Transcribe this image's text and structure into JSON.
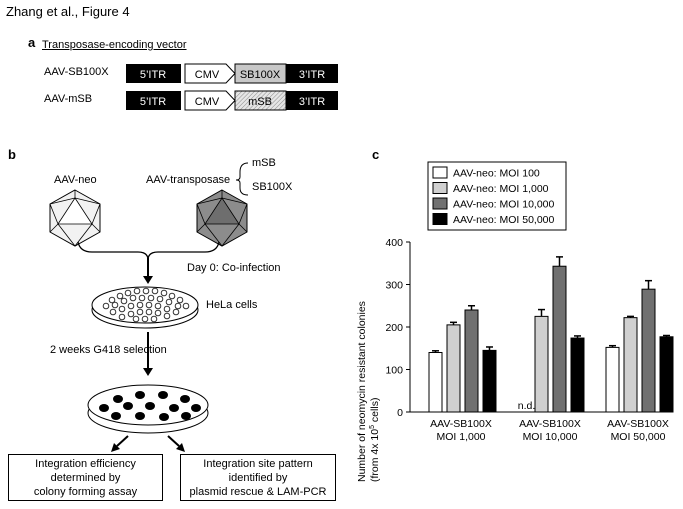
{
  "figure_title": "Zhang et al., Figure 4",
  "panel_a": {
    "label": "a",
    "heading": "Transposase-encoding vector",
    "constructs": [
      {
        "name": "AAV-SB100X",
        "segments": [
          "5’ITR",
          "CMV",
          "SB100X",
          "3’ITR"
        ]
      },
      {
        "name": "AAV-mSB",
        "segments": [
          "5’ITR",
          "CMV",
          "mSB",
          "3’ITR"
        ]
      }
    ]
  },
  "panel_b": {
    "label": "b",
    "aav_neo": "AAV-neo",
    "aav_transposase": "AAV-transposase",
    "transposase_options": [
      "mSB",
      "SB100X"
    ],
    "day0": "Day 0: Co-infection",
    "cells": "HeLa cells",
    "selection": "2 weeks  G418 selection",
    "outcome_left": [
      "Integration efficiency",
      "determined by",
      "colony forming assay"
    ],
    "outcome_right": [
      "Integration site pattern",
      "identified by",
      "plasmid rescue & LAM-PCR"
    ]
  },
  "panel_c": {
    "label": "c",
    "nd_label": "n.d."
  },
  "chart_data": {
    "type": "bar",
    "title": "",
    "ylabel": "Number of neomycin resistant colonies (from 4x 10^5 cells)",
    "ylabel_line1": "Number of neomycin resistant colonies",
    "ylabel_line2_pre": "(from 4x 10",
    "ylabel_sup": "5",
    "ylabel_line2_post": " cells)",
    "xlabel": "",
    "ylim": [
      0,
      400
    ],
    "yticks": [
      0,
      100,
      200,
      300,
      400
    ],
    "categories": [
      [
        "AAV-SB100X",
        "MOI 1,000"
      ],
      [
        "AAV-SB100X",
        "MOI 10,000"
      ],
      [
        "AAV-SB100X",
        "MOI 50,000"
      ]
    ],
    "series": [
      {
        "name": "AAV-neo: MOI 100",
        "values": [
          140,
          null,
          152
        ],
        "errors": [
          4,
          null,
          4
        ],
        "color": "#ffffff"
      },
      {
        "name": "AAV-neo: MOI 1,000",
        "values": [
          205,
          225,
          222
        ],
        "errors": [
          6,
          16,
          3
        ],
        "color": "#d0d0d0"
      },
      {
        "name": "AAV-neo: MOI 10,000",
        "values": [
          240,
          343,
          289
        ],
        "errors": [
          10,
          22,
          20
        ],
        "color": "#707070"
      },
      {
        "name": "AAV-neo: MOI 50,000",
        "values": [
          145,
          174,
          177
        ],
        "errors": [
          8,
          5,
          3
        ],
        "color": "#000000"
      }
    ],
    "legend_position": "top",
    "grid": false
  }
}
